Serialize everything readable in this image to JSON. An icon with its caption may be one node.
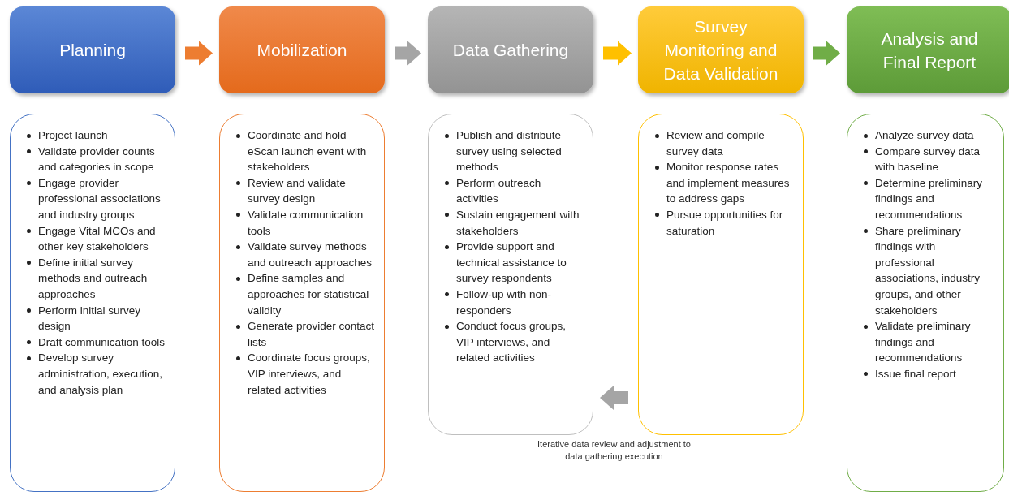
{
  "diagram": {
    "nodes": [
      {
        "text": [
          "Planning"
        ]
      },
      {
        "text": [
          "Mobilization"
        ]
      },
      {
        "text": [
          "Data Gathering"
        ]
      },
      {
        "text": [
          "Survey Monitoring and Data Validation"
        ]
      },
      {
        "text": [
          "Analysis and Final Report"
        ]
      },
      {
        "text": [
          "Project launch",
          "Validate provider counts and categories in scope",
          "Engage provider professional associations and industry groups",
          "Engage Vital MCOs and other key stakeholders",
          "Define initial survey methods and outreach approaches",
          "Perform initial survey design",
          "Draft communication tools",
          "Develop survey administration, execution, and analysis plan"
        ]
      },
      {
        "text": [
          "Coordinate and hold eScan launch event with stakeholders",
          "Review and validate survey design",
          "Validate communication tools",
          "Validate survey methods and outreach approaches",
          "Define samples and approaches for statistical validity",
          "Generate provider contact lists",
          "Coordinate focus groups, VIP interviews, and related activities"
        ]
      },
      {
        "text": [
          "Publish and distribute survey using selected methods",
          "Perform outreach activities",
          "Sustain engagement with stakeholders",
          "Provide support and technical assistance to survey respondents",
          "Follow-up with non-responders",
          "Conduct focus groups, VIP interviews, and related activities"
        ]
      },
      {
        "text": [
          "Review and compile survey data",
          "Monitor response rates and implement measures to address gaps",
          "Pursue opportunities for saturation"
        ]
      },
      {
        "text": [
          "Analyze survey data",
          "Compare survey data with baseline",
          "Determine preliminary findings and recommendations",
          "Share preliminary findings with professional associations, industry groups, and other stakeholders",
          "Validate preliminary findings and recommendations",
          "Issue final report"
        ]
      }
    ],
    "edges": [
      {
        "from": 0,
        "to": 1,
        "arrow": "to",
        "color": "#ed7d31"
      },
      {
        "from": 1,
        "to": 2,
        "arrow": "to",
        "color": "#a5a5a5"
      },
      {
        "from": 2,
        "to": 3,
        "arrow": "to",
        "color": "#ffc000"
      },
      {
        "from": 3,
        "to": 4,
        "arrow": "to",
        "color": "#70ad47"
      },
      {
        "from": 8,
        "to": 7,
        "arrow": "to",
        "color": "#a5a5a5",
        "label": "Iterative data review and adjustment to data gathering execution"
      }
    ]
  }
}
